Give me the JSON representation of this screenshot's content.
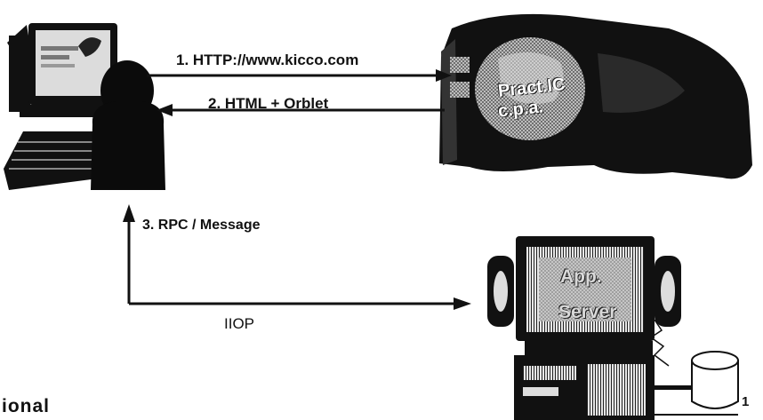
{
  "arrows": {
    "http_request": "1. HTTP://www.kicco.com",
    "html_response": "2. HTML + Orblet",
    "rpc": "3. RPC / Message",
    "iiop": "IIOP"
  },
  "web_server": {
    "label_line1": "Pract.IC",
    "label_line2": "c.p.a."
  },
  "app_server": {
    "label_line1": "App.",
    "label_line2": "Server"
  },
  "footer": {
    "left_text": "ional",
    "page_number": "1"
  },
  "colors": {
    "ink": "#111111",
    "paper": "#ffffff",
    "shade": "#9a9a9a"
  }
}
